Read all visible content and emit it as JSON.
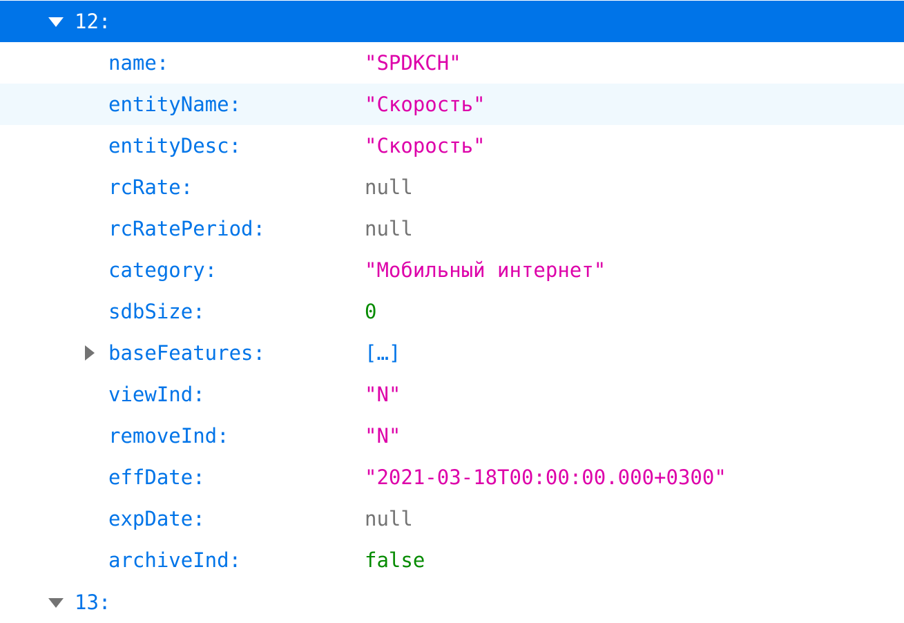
{
  "header": {
    "label": "12:"
  },
  "rows": [
    {
      "key": "name:",
      "value": "\"SPDKCH\""
    },
    {
      "key": "entityName:",
      "value": "\"Скорость\""
    },
    {
      "key": "entityDesc:",
      "value": "\"Скорость\""
    },
    {
      "key": "rcRate:",
      "value": "null"
    },
    {
      "key": "rcRatePeriod:",
      "value": "null"
    },
    {
      "key": "category:",
      "value": "\"Мобильный интернет\""
    },
    {
      "key": "sdbSize:",
      "value": "0"
    },
    {
      "key": "baseFeatures:",
      "value": "[…]"
    },
    {
      "key": "viewInd:",
      "value": "\"N\""
    },
    {
      "key": "removeInd:",
      "value": "\"N\""
    },
    {
      "key": "effDate:",
      "value": "\"2021-03-18T00:00:00.000+0300\""
    },
    {
      "key": "expDate:",
      "value": "null"
    },
    {
      "key": "archiveInd:",
      "value": "false"
    }
  ],
  "next": {
    "label": "13:"
  }
}
